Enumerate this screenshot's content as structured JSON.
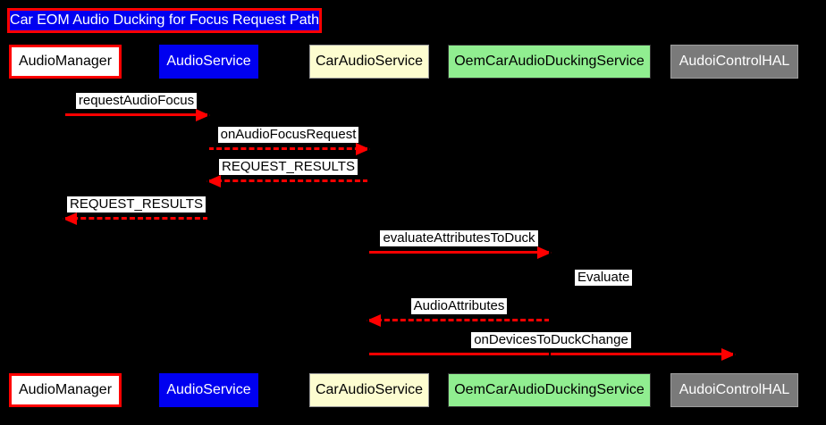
{
  "diagram": {
    "type": "sequence-diagram",
    "title": "Car EOM Audio Ducking for Focus Request Path"
  },
  "colors": {
    "background": "#000000",
    "arrow_red": "#ff0000",
    "title_fill": "#0000f0",
    "title_border": "#ff0000",
    "title_text": "#ffffff",
    "message_label_bg": "#ffffff",
    "message_label_text": "#000000"
  },
  "participants": [
    {
      "name": "AudioManager",
      "fill": "#ffffff",
      "text_color": "#000000",
      "border_color": "#ff0000"
    },
    {
      "name": "AudioService",
      "fill": "#0000f0",
      "text_color": "#ffffff",
      "border_color": "#0000f0"
    },
    {
      "name": "CarAudioService",
      "fill": "#fdfdd0",
      "text_color": "#000000",
      "border_color": "#999999"
    },
    {
      "name": "OemCarAudioDuckingService",
      "fill": "#90ee90",
      "text_color": "#000000",
      "border_color": "#333333"
    },
    {
      "name": "AudoiControlHAL",
      "fill": "#7a7a7a",
      "text_color": "#ffffff",
      "border_color": "#9e9e9e"
    }
  ],
  "messages": [
    {
      "label": "requestAudioFocus",
      "from": "AudioManager",
      "to": "AudioService",
      "line": "solid",
      "direction": "right"
    },
    {
      "label": "onAudioFocusRequest",
      "from": "AudioService",
      "to": "CarAudioService",
      "line": "dashed",
      "direction": "right"
    },
    {
      "label": "REQUEST_RESULTS",
      "from": "CarAudioService",
      "to": "AudioService",
      "line": "dashed",
      "direction": "left"
    },
    {
      "label": "REQUEST_RESULTS",
      "from": "AudioService",
      "to": "AudioManager",
      "line": "dashed",
      "direction": "left"
    },
    {
      "label": "evaluateAttributesToDuck",
      "from": "CarAudioService",
      "to": "OemCarAudioDuckingService",
      "line": "solid",
      "direction": "right"
    },
    {
      "label": "Evaluate",
      "from": "OemCarAudioDuckingService",
      "to": "OemCarAudioDuckingService",
      "line": "self",
      "direction": "self"
    },
    {
      "label": "AudioAttributes",
      "from": "OemCarAudioDuckingService",
      "to": "CarAudioService",
      "line": "dashed",
      "direction": "left"
    },
    {
      "label": "onDevicesToDuckChange",
      "from": "CarAudioService",
      "to": "AudoiControlHAL",
      "line": "solid",
      "direction": "right"
    }
  ]
}
